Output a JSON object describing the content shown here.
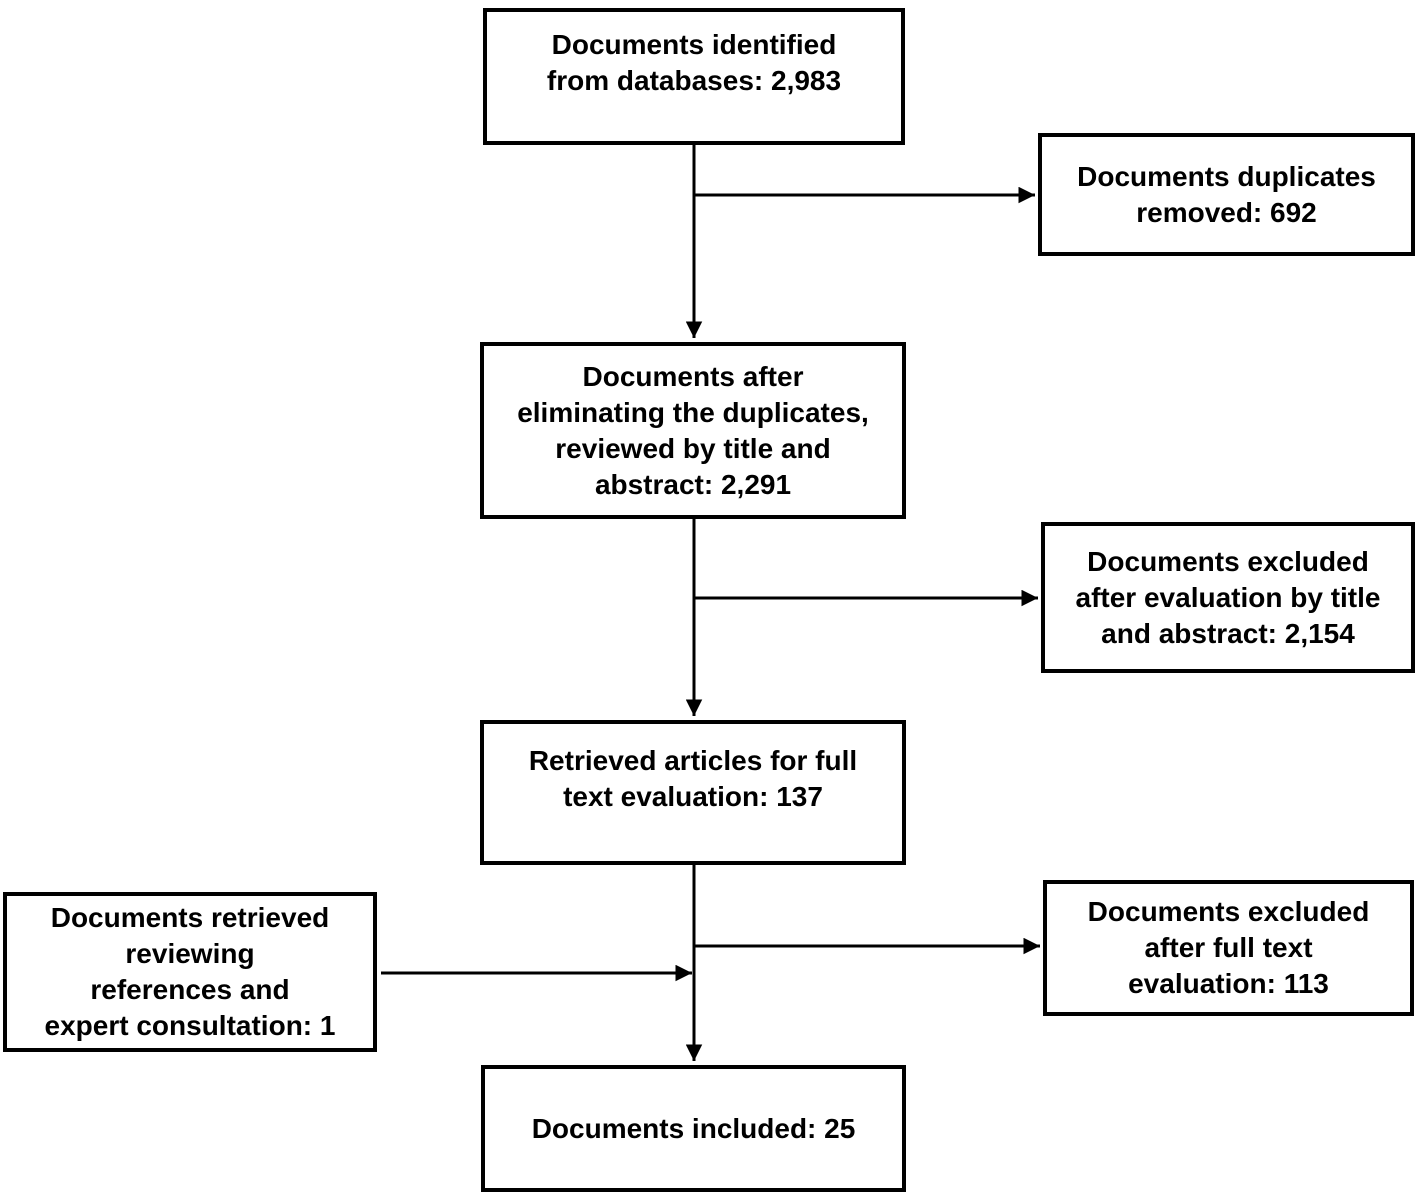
{
  "diagram": {
    "type": "flowchart",
    "colors": {
      "background": "#ffffff",
      "box_border": "#000000",
      "text": "#000000",
      "connector": "#000000"
    },
    "boxes": [
      {
        "id": "documents-identified",
        "lines": [
          "Documents identified",
          "from databases: 2,983"
        ],
        "value": "2,983"
      },
      {
        "id": "duplicates-removed",
        "lines": [
          "Documents duplicates",
          "removed: 692"
        ],
        "value": "692"
      },
      {
        "id": "screened-title-abstract",
        "lines": [
          "Documents after",
          "eliminating the duplicates,",
          "reviewed by title and",
          "abstract: 2,291"
        ],
        "value": "2,291"
      },
      {
        "id": "excluded-title-abstract",
        "lines": [
          "Documents excluded",
          "after evaluation by title",
          "and abstract: 2,154"
        ],
        "value": "2,154"
      },
      {
        "id": "fulltext-retrieved",
        "lines": [
          "Retrieved articles for full",
          "text evaluation: 137"
        ],
        "value": "137"
      },
      {
        "id": "references-consultation",
        "lines": [
          "Documents retrieved",
          "reviewing",
          "references and",
          "expert consultation: 1"
        ],
        "value": "1"
      },
      {
        "id": "excluded-fulltext",
        "lines": [
          "Documents excluded",
          "after full text",
          "evaluation: 113"
        ],
        "value": "113"
      },
      {
        "id": "documents-included",
        "lines": [
          "Documents included: 25"
        ],
        "value": "25"
      }
    ],
    "flow": [
      {
        "from": "documents-identified",
        "to": "screened-title-abstract"
      },
      {
        "from": "documents-identified",
        "to": "duplicates-removed"
      },
      {
        "from": "screened-title-abstract",
        "to": "fulltext-retrieved"
      },
      {
        "from": "screened-title-abstract",
        "to": "excluded-title-abstract"
      },
      {
        "from": "fulltext-retrieved",
        "to": "documents-included"
      },
      {
        "from": "fulltext-retrieved",
        "to": "excluded-fulltext"
      },
      {
        "from": "references-consultation",
        "to": "documents-included"
      }
    ]
  }
}
